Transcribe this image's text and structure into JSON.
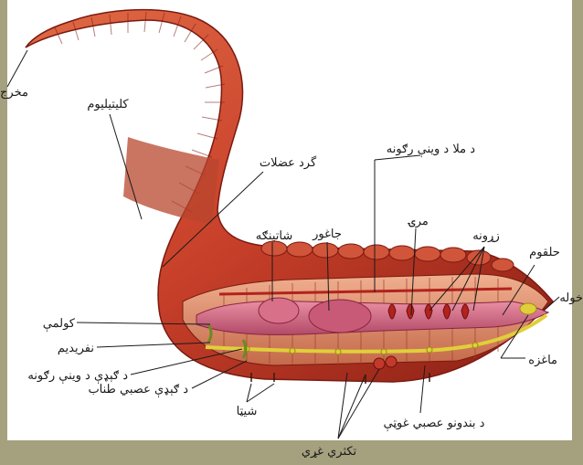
{
  "labels": {
    "anus": "مخرج",
    "clitellum": "کلیتیلیوم",
    "circular_muscles": "گرد عضلات",
    "dorsal_vessel": "د ملا د وینې رګونه",
    "seminal_vesicle": "شاتینګه",
    "gizzard": "جاغور",
    "esophagus": "مرۍ",
    "hearts": "زړونه",
    "pharynx": "حلقوم",
    "mouth": "خوله",
    "brain": "ماغزه",
    "intestine": "کولمې",
    "nephridium": "نفریدیم",
    "ventral_vessel": "د ګېډې د وینې رګونه",
    "ventral_nerve_cord": "د ګېډې عصبي طناب",
    "setae": "شیټا",
    "segmental_ganglia": "د بندونو عصبي غوټې",
    "ovaries": "تکثري غړي"
  },
  "colors": {
    "background": "#a5a07d",
    "panel": "#ffffff",
    "body_red": "#c8402a",
    "body_dark": "#8a1f14",
    "gut_pink": "#d9708a",
    "nerve_yellow": "#e0cf3a",
    "vessel_red": "#b3221c"
  }
}
